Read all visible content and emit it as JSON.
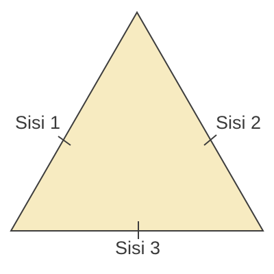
{
  "diagram": {
    "shape": "equilateral-triangle",
    "colors": {
      "fill": "#f7ebc1",
      "stroke": "#3d3d3d",
      "label": "#3a3a3a"
    },
    "sides": [
      {
        "label": "Sisi 1",
        "tick_marks": 1
      },
      {
        "label": "Sisi 2",
        "tick_marks": 1
      },
      {
        "label": "Sisi 3",
        "tick_marks": 1
      }
    ]
  }
}
